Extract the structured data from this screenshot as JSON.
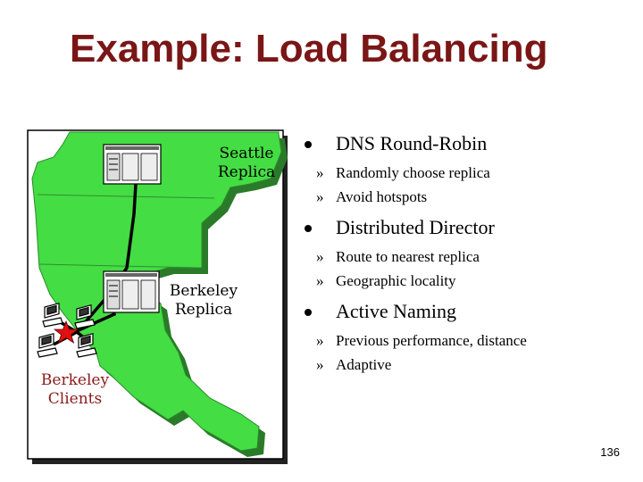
{
  "title": "Example: Load Balancing",
  "map": {
    "seattle_label": [
      "Seattle",
      "Replica"
    ],
    "berkeley_label": [
      "Berkeley",
      "Replica"
    ],
    "clients_label": [
      "Berkeley",
      "Clients"
    ],
    "land_color": "#44dd44",
    "shadow_color": "#2a7a2a",
    "label_color_dark": "#000000",
    "label_color_red": "#8b1a1a"
  },
  "bullets": [
    {
      "label": "DNS Round-Robin",
      "subs": [
        "Randomly choose replica",
        "Avoid hotspots"
      ]
    },
    {
      "label": "Distributed Director",
      "subs": [
        "Route to nearest replica",
        "Geographic locality"
      ]
    },
    {
      "label": "Active Naming",
      "subs": [
        "Previous performance, distance",
        "Adaptive"
      ]
    }
  ],
  "sub_marker": "»",
  "page_number": "136"
}
